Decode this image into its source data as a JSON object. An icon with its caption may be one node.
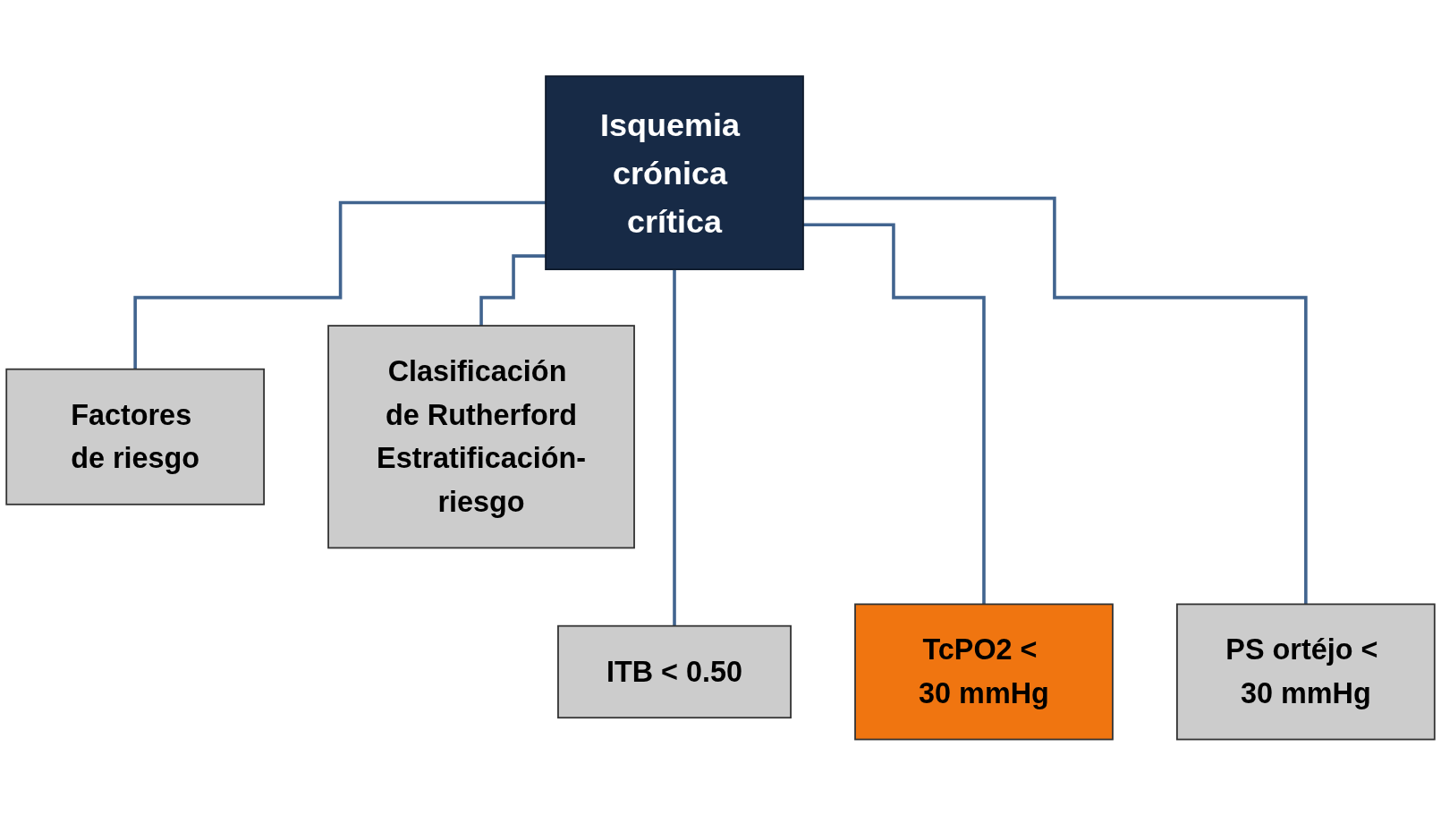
{
  "diagram": {
    "nodes": [
      {
        "text": [
          "Isquemia crónica crítica"
        ]
      },
      {
        "text": [
          "Factores de riesgo"
        ]
      },
      {
        "text": [
          "Clasificación de Rutherford",
          "Estratificación-riesgo"
        ]
      },
      {
        "text": [
          "ITB < 0.50"
        ]
      },
      {
        "text": [
          "TcPO2 < 30 mmHg"
        ]
      },
      {
        "text": [
          "PS ortéjo < 30 mmHg"
        ]
      }
    ],
    "edges": [
      {
        "from": 0,
        "to": 1,
        "arrow": "none"
      },
      {
        "from": 0,
        "to": 2,
        "arrow": "none"
      },
      {
        "from": 0,
        "to": 3,
        "arrow": "none"
      },
      {
        "from": 0,
        "to": 4,
        "arrow": "none"
      },
      {
        "from": 0,
        "to": 5,
        "arrow": "none"
      }
    ]
  }
}
